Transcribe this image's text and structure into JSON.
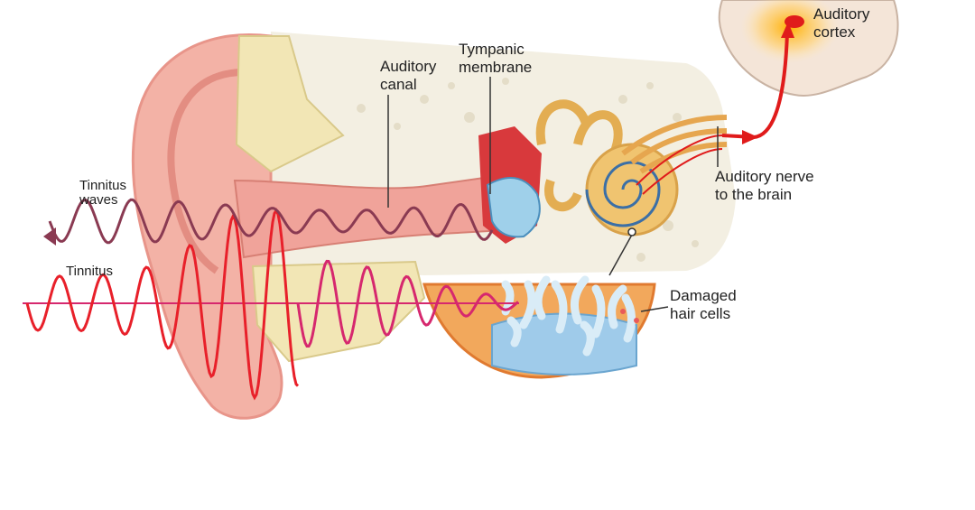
{
  "labels": {
    "auditory_canal": [
      "Auditory",
      "canal"
    ],
    "tympanic_membrane": [
      "Tympanic",
      "membrane"
    ],
    "auditory_cortex": [
      "Auditory",
      "cortex"
    ],
    "auditory_nerve": [
      "Auditory nerve",
      "to the brain"
    ],
    "damaged_hair_cells": [
      "Damaged",
      "hair cells"
    ],
    "tinnitus_waves": [
      "Tinnitus",
      "waves"
    ],
    "tinnitus": "Tinnitus"
  },
  "colors": {
    "wave_red": "#e8202a",
    "wave_pink": "#d6286e",
    "wave_dark": "#8a3a52",
    "nerve_arrow": "#e01b1b",
    "skin": "#f3b2a6",
    "bone": "#f2e6b5",
    "cochlea": "#f0c470",
    "hair_cell": "#a9d4ec",
    "text": "#222222"
  },
  "icons": [
    "ear-outer-shape",
    "cochlea-shape",
    "brain-shape",
    "hair-cells-shape"
  ]
}
